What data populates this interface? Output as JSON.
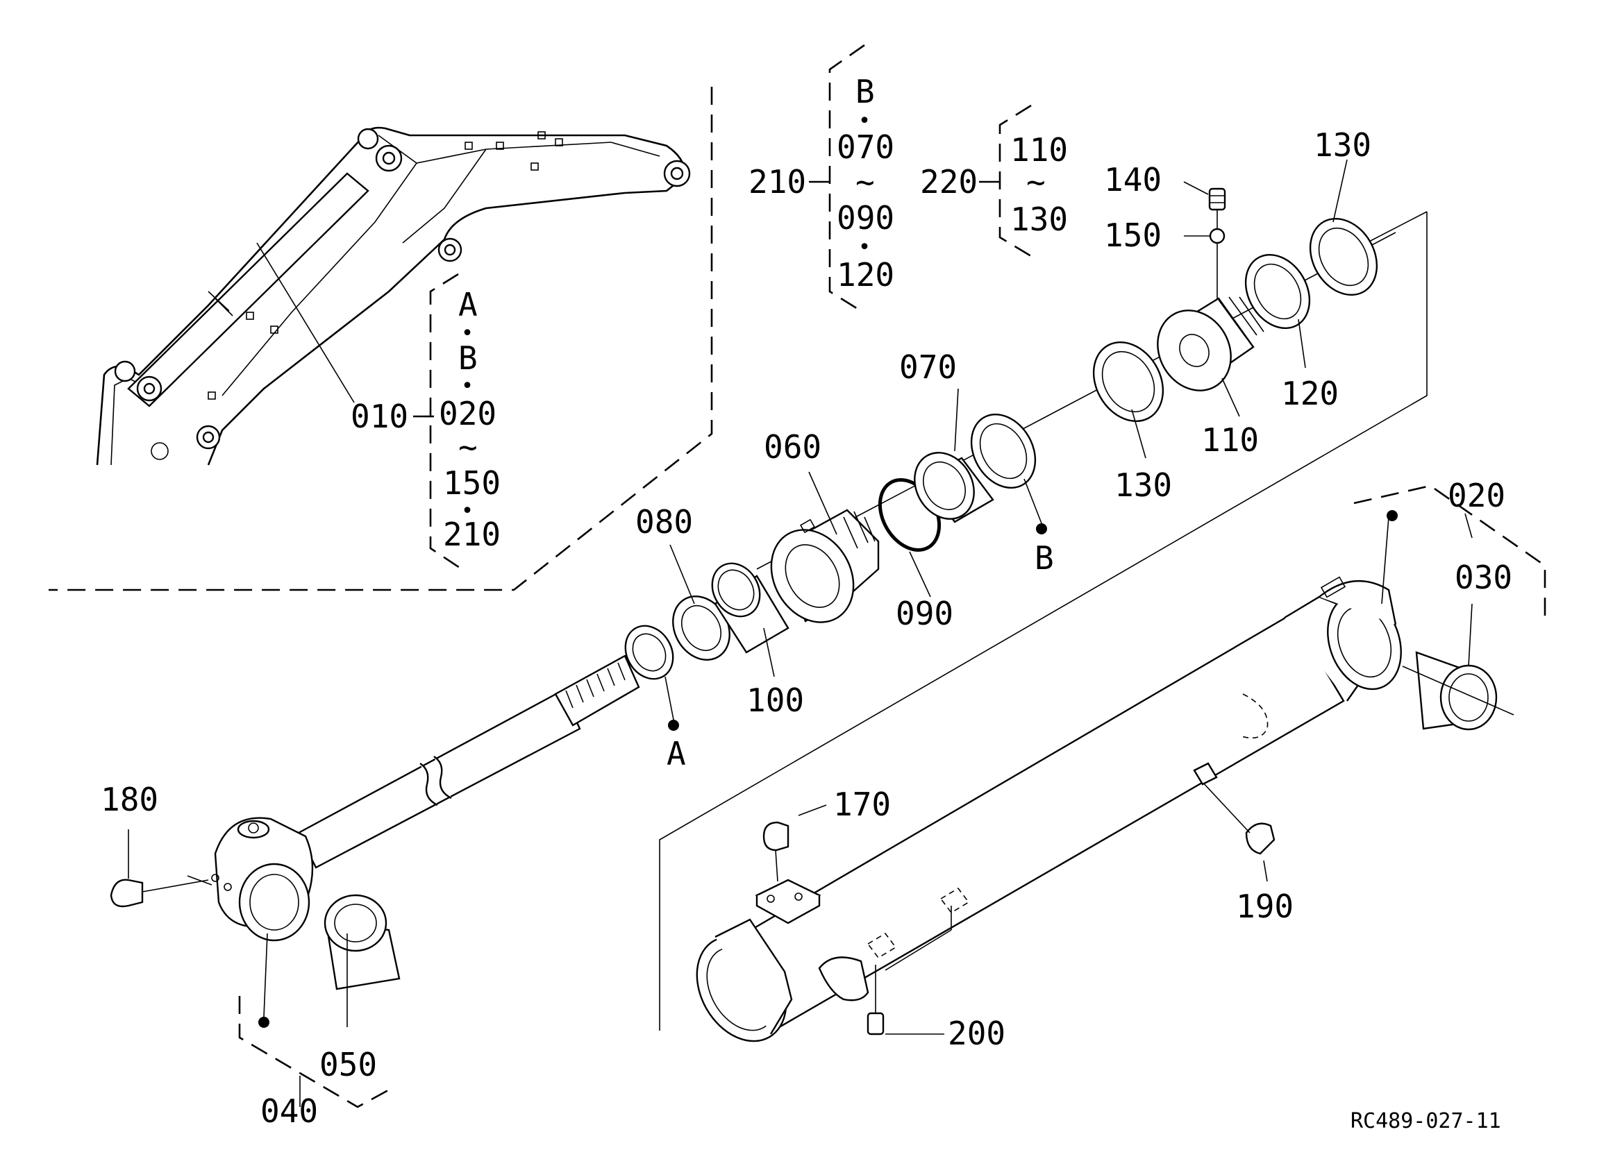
{
  "reference_code": "RC489-027-11",
  "callouts": {
    "010": "010",
    "020": "020",
    "030": "030",
    "040": "040",
    "050": "050",
    "060": "060",
    "070": "070",
    "080": "080",
    "090": "090",
    "100": "100",
    "110": "110",
    "120": "120",
    "130a": "130",
    "130b": "130",
    "140": "140",
    "150": "150",
    "170": "170",
    "180": "180",
    "190": "190",
    "200": "200",
    "210": "210",
    "220": "220"
  },
  "markers": {
    "a": "A",
    "b": "B"
  },
  "groups": {
    "g010": [
      "A",
      "•",
      "B",
      "•",
      "020",
      "~",
      "150",
      "•",
      "210"
    ],
    "g210": [
      "B",
      "•",
      "070",
      "~",
      "090",
      "•",
      "120"
    ],
    "g220": [
      "110",
      "~",
      "130"
    ]
  }
}
